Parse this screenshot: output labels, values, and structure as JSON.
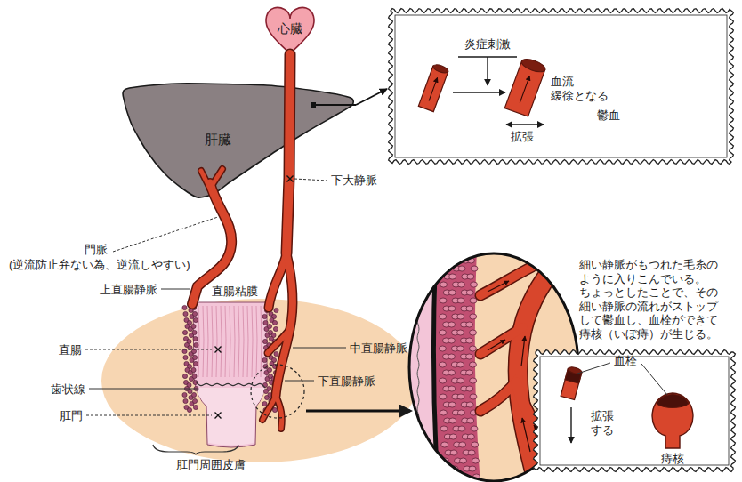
{
  "diagram": {
    "nodes": [
      {
        "text": [
          "心臓"
        ]
      },
      {
        "text": [
          "肝臓"
        ]
      },
      {
        "text": [
          "炎症刺激",
          "血流 緩徐となる",
          "鬱血",
          "拡張"
        ]
      },
      {
        "text": [
          "血栓",
          "拡張 する",
          "痔核"
        ]
      }
    ],
    "edges": [
      {
        "from": 1,
        "to": 2,
        "arrow": "to"
      }
    ],
    "labels": [
      "門脈",
      "(逆流防止弁ない為、逆流しやすい)",
      "下大静脈",
      "上直腸静脈",
      "直腸粘膜",
      "直腸",
      "中直腸静脈",
      "下直腸静脈",
      "歯状線",
      "肛門",
      "肛門周囲皮膚",
      "細い静脈がもつれた毛糸の ように入りこんでいる。 ちょっとしたことで、その 細い静脈の流れがストップ して鬱血し、血栓ができて 痔核（いぼ痔）が生じる。"
    ]
  }
}
